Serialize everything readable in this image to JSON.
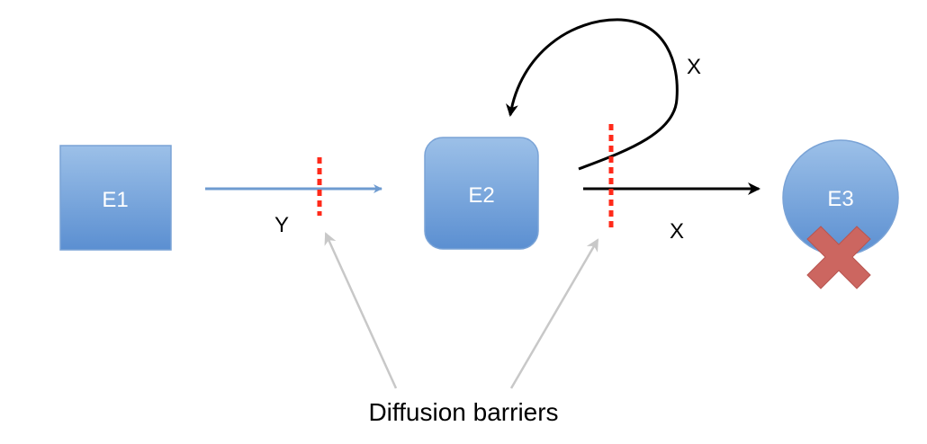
{
  "nodes": {
    "e1": {
      "label": "E1"
    },
    "e2": {
      "label": "E2"
    },
    "e3": {
      "label": "E3",
      "blocked": true
    }
  },
  "edges": {
    "e1_to_e2": {
      "label": "Y"
    },
    "e2_to_e3": {
      "label": "X"
    },
    "e2_loop": {
      "label": "X"
    }
  },
  "caption": "Diffusion barriers",
  "colors": {
    "box_fill_top": "#9cc0e8",
    "box_fill_bottom": "#5b8fd1",
    "box_stroke": "#7aa3d6",
    "barrier": "#ff2a1a",
    "blue_arrow": "#6e9bd0",
    "black_arrow": "#000000",
    "pointer_arrow": "#c8c8c8",
    "cross": "#cc6660"
  }
}
